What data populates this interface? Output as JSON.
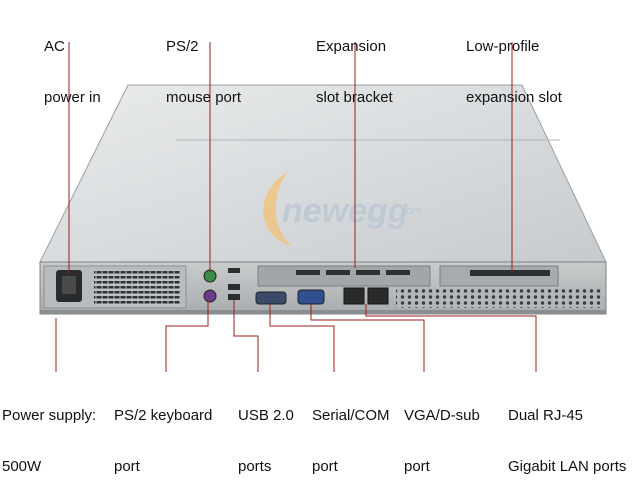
{
  "watermark": {
    "text": "newegg",
    "suffix": ".com",
    "color": "#e8a33a"
  },
  "colors": {
    "leader_line": "#9b1c1c"
  },
  "top_labels": [
    {
      "line1": "AC",
      "line2": "power in"
    },
    {
      "line1": "PS/2",
      "line2": "mouse port"
    },
    {
      "line1": "Expansion",
      "line2": "slot bracket"
    },
    {
      "line1": "Low-profile",
      "line2": "expansion slot"
    }
  ],
  "bottom_labels": [
    {
      "line1": "Power supply:",
      "line2": "500W"
    },
    {
      "line1": "PS/2 keyboard",
      "line2": "port"
    },
    {
      "line1": "USB 2.0",
      "line2": "ports"
    },
    {
      "line1": "Serial/COM",
      "line2": "port"
    },
    {
      "line1": "VGA/D-sub",
      "line2": "port"
    },
    {
      "line1": "Dual RJ-45",
      "line2": "Gigabit LAN ports"
    }
  ]
}
